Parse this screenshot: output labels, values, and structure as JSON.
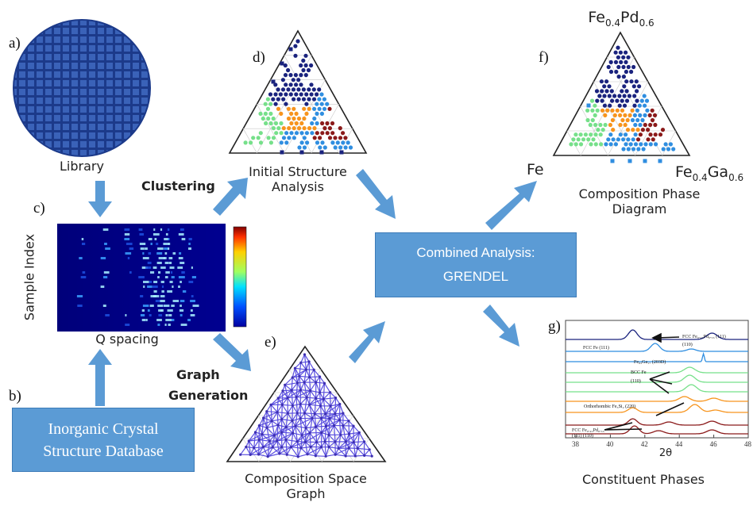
{
  "panels": {
    "a": {
      "letter": "a)",
      "caption": "Library"
    },
    "b": {
      "letter": "b)",
      "box_line1": "Inorganic Crystal",
      "box_line2": "Structure Database"
    },
    "c": {
      "letter": "c)",
      "y_label": "Sample Index",
      "x_label": "Q spacing"
    },
    "d": {
      "letter": "d)",
      "caption_line1": "Initial Structure",
      "caption_line2": "Analysis"
    },
    "e": {
      "letter": "e)",
      "caption_line1": "Composition Space",
      "caption_line2": "Graph"
    },
    "f": {
      "letter": "f)",
      "caption_line1": "Composition Phase",
      "caption_line2": "Diagram",
      "vertex_top_base": "Fe",
      "vertex_top_sub1": "0.4",
      "vertex_top_mid": "Pd",
      "vertex_top_sub2": "0.6",
      "vertex_left": "Fe",
      "vertex_right_base": "Fe",
      "vertex_right_sub1": "0.4",
      "vertex_right_mid": "Ga",
      "vertex_right_sub2": "0.6"
    },
    "g": {
      "letter": "g)",
      "caption": "Constituent Phases",
      "x_label": "2θ",
      "x_ticks": [
        "38",
        "40",
        "42",
        "44",
        "46",
        "48"
      ],
      "annotations": {
        "fcc_fepd_111": "FCC Fe₀.₄₅Pd₀.₅₅ (111)",
        "fcc_fepd_110": "(110)",
        "fcc_fe": "FCC Fe  (111)",
        "fega": "Fe₈₃Ga₁₇ (203D)",
        "bcc_fe": "BCC Fe",
        "bcc_fe_110": "(110)",
        "ortho": "Orthorhombic Fe₃Si₂ (220)",
        "fcc_bottom1": "FCC Fe₀.₄₅Pd₀.₅₅",
        "fcc_bottom2": "(111) (110)"
      }
    }
  },
  "center_box": {
    "line1": "Combined Analysis:",
    "line2": "GRENDEL"
  },
  "arrow_labels": {
    "clustering": "Clustering",
    "graph_line1": "Graph",
    "graph_line2": "Generation"
  },
  "colors": {
    "box_fill": "#5b9bd5",
    "arrow": "#5b9bd5",
    "cluster_navy": "#1a237e",
    "cluster_green": "#76e08a",
    "cluster_orange": "#f7941d",
    "cluster_blue": "#2f8ee0",
    "cluster_maroon": "#8b1a1a",
    "graph_purple": "#5a4fe0",
    "wafer": "#2b4fa3"
  }
}
